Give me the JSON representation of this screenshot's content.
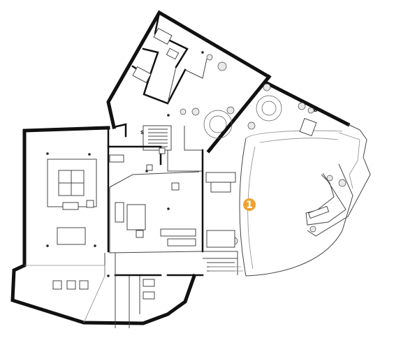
{
  "plan": {
    "marker": {
      "label": "1",
      "color": "#f0a230"
    },
    "small_labels": {
      "s_label": "S",
      "b_label": "B"
    }
  }
}
